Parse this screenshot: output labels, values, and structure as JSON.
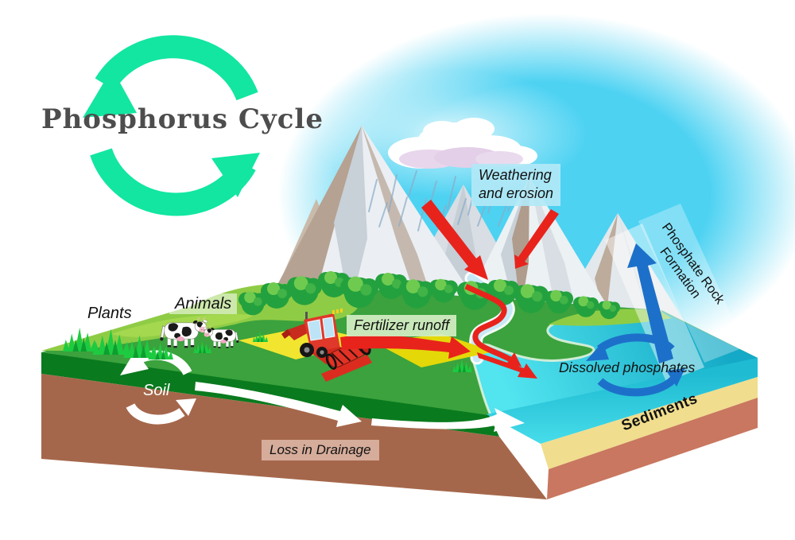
{
  "title": "Phosphorus Cycle",
  "labels": {
    "weathering": {
      "line1": "Weathering",
      "line2": "and erosion"
    },
    "phosphate_rock": {
      "line1": "Phosphate Rock",
      "line2": "Formation"
    },
    "plants": "Plants",
    "animals": "Animals",
    "fertilizer_runoff": "Fertilizer runoff",
    "soil": "Soil",
    "dissolved_phosphates": "Dissolved phosphates",
    "sediments": "Sediments",
    "loss_in_drainage": "Loss in Drainage"
  },
  "colors": {
    "title_text": "#4d4d4d",
    "cycle_arrow_green": "#12e6a1",
    "sky_cyan": "#4dd2f2",
    "sea_cyan": "#35d6e6",
    "grass_green": "#3ba23d",
    "grass_edge_dark": "#0a7a1e",
    "soil_brown": "#a5674b",
    "sand_band": "#f0dd8e",
    "sediment_band": "#c97760",
    "field_yellow": "#f1e52f",
    "red_arrow": "#e8231c",
    "blue_arrow": "#1d70c9",
    "white_arrow": "#ffffff"
  }
}
